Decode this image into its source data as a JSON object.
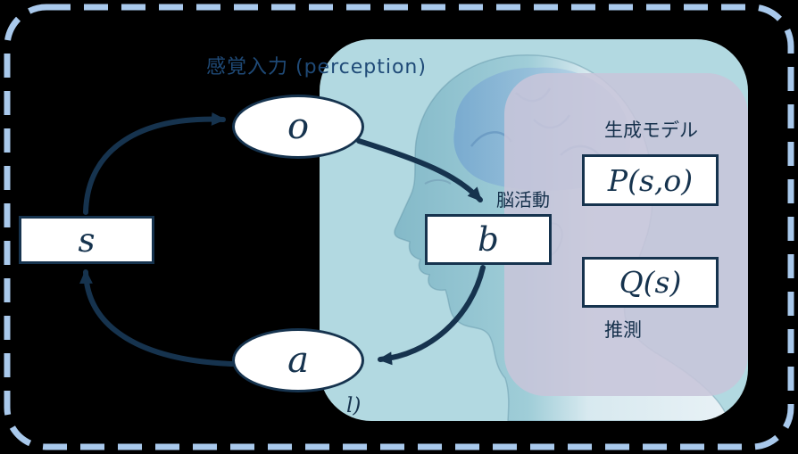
{
  "colors": {
    "background": "#000000",
    "dashed_border": "#a9c9ec",
    "panel_blue": "#b2d9e1",
    "panel_purple": "#c7c5da",
    "accent_navy": "#16334e",
    "node_fill": "#ffffff"
  },
  "diagram": {
    "perception_label": "感覚入力 (perception)",
    "nodes": {
      "o": "o",
      "s": "s",
      "a": "a",
      "b": "b"
    },
    "brain_activity_label": "脳活動",
    "generative_model": {
      "title": "生成モデル",
      "p_formula": "P(s,o)",
      "q_formula": "Q(s)",
      "inference_label": "推測"
    },
    "clipped_fragment": "l)"
  }
}
